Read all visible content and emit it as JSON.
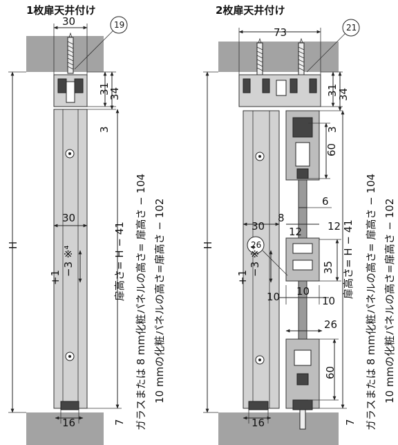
{
  "diagrams": [
    {
      "title": "1枚扉天井付け",
      "part_no": "19",
      "dims": {
        "top_width": "30",
        "mid_width": "30",
        "bottom_width": "16",
        "h31": "31",
        "h34": "34",
        "h3": "3",
        "h7": "7",
        "H": "H",
        "tol_plus": "+1",
        "tol_minus": "−3 ※⁴"
      },
      "formula": "扉高さ= H − 41",
      "note1": "ガラスまたは 8 mm化粧パネルの高さ= 扉高さ − 104",
      "note2": "10 mmの化粧パネルの高さ=扉高さ − 102"
    },
    {
      "title": "2枚扉天井付け",
      "part_no": "21",
      "part_no2": "26",
      "dims": {
        "top_width": "73",
        "h31": "31",
        "h34": "34",
        "h3": "3",
        "h60_top": "60",
        "d6": "6",
        "d30": "30",
        "d8": "8",
        "d12a": "12",
        "d12b": "12",
        "h35": "35",
        "d10a": "10",
        "d10b": "10",
        "d10c": "10",
        "d26": "26",
        "h60_bot": "60",
        "bottom_width": "16",
        "h7": "7",
        "H": "H",
        "tol_plus": "+1",
        "tol_minus": "−3 ※⁴"
      },
      "formula": "扉高さ= H − 41",
      "note1": "ガラスまたは 8 mm化粧パネルの高さ= 扉高さ − 104",
      "note2": "10 mmの化粧パネルの高さ=扉高さ − 102"
    }
  ]
}
